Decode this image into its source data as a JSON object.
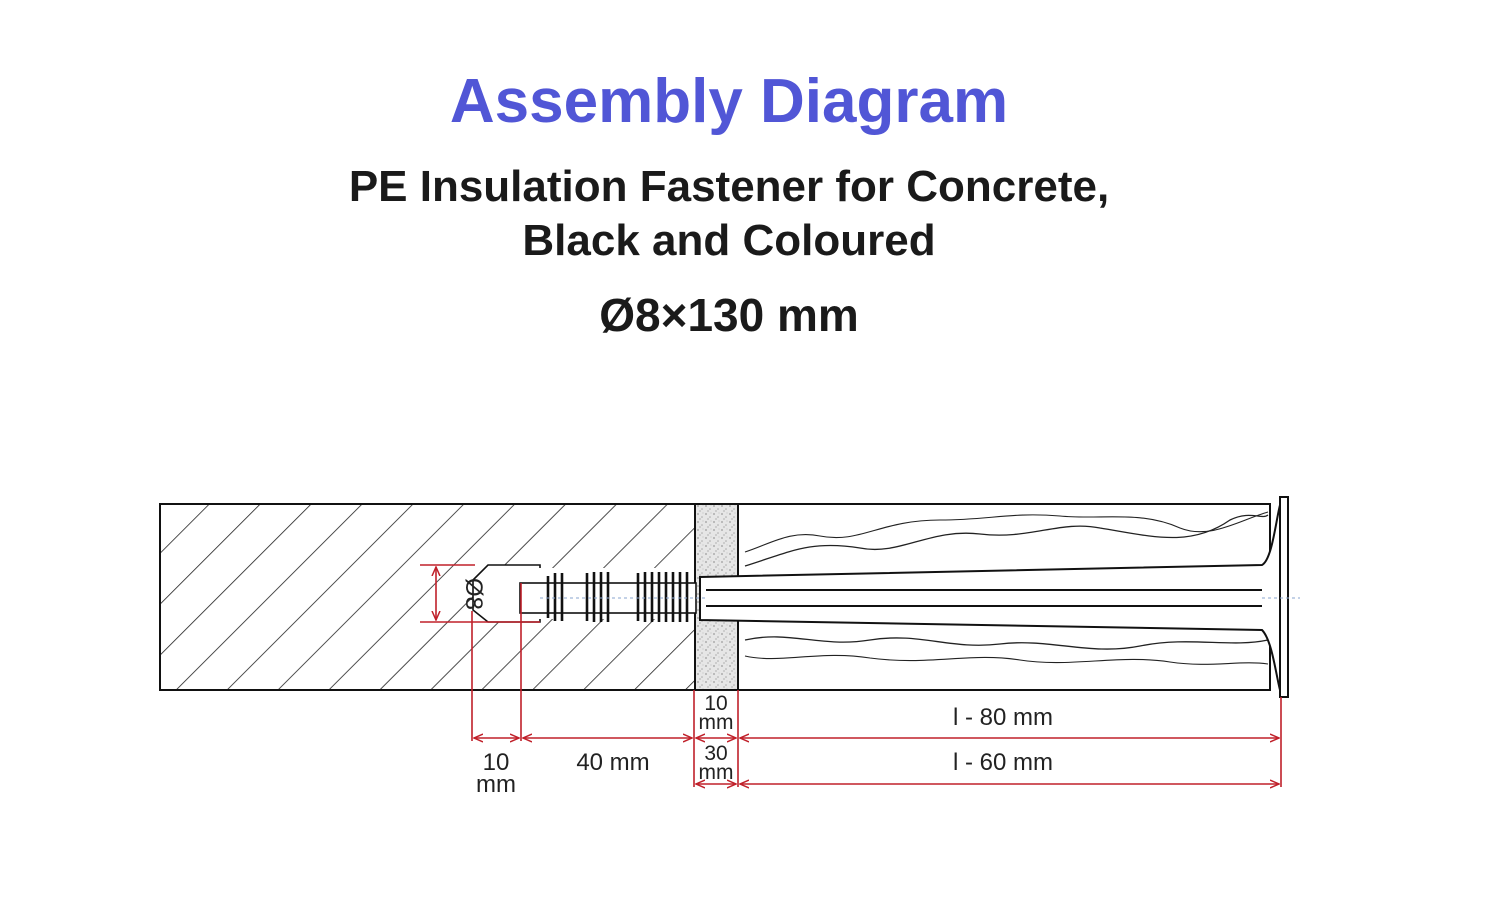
{
  "header": {
    "title": "Assembly Diagram",
    "subtitle_line1": "PE Insulation Fastener for Concrete,",
    "subtitle_line2": "Black and Coloured",
    "size": "Ø8×130 mm"
  },
  "dimensions": {
    "diameter": "Ø8",
    "bottom_gap_value": "10",
    "bottom_gap_unit": "mm",
    "anchor_depth": "40 mm",
    "adhesive_top_value": "10",
    "adhesive_top_unit": "mm",
    "adhesive_bottom_value": "30",
    "adhesive_bottom_unit": "mm",
    "insulation_top": "l - 80 mm",
    "insulation_bottom": "l - 60 mm"
  },
  "colors": {
    "title": "#5156d6",
    "dimension_lines": "#c0202a",
    "outline": "#111111"
  }
}
